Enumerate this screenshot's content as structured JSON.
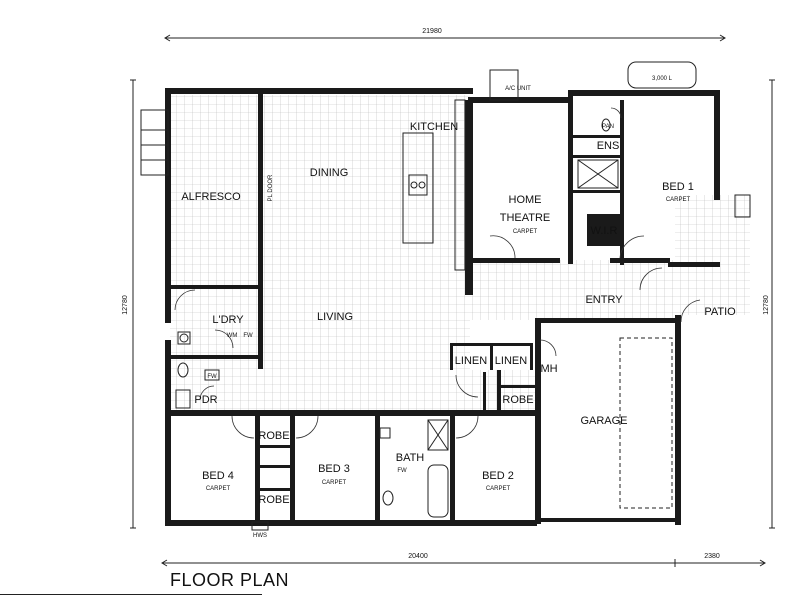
{
  "title": "FLOOR PLAN",
  "dimensions": {
    "top": "21980",
    "bottom_main": "20400",
    "bottom_right": "2380",
    "left": "12780",
    "right": "12780"
  },
  "rooms": {
    "alfresco": "ALFRESCO",
    "dining": "DINING",
    "kitchen": "KITCHEN",
    "living": "LIVING",
    "home_theatre_1": "HOME",
    "home_theatre_2": "THEATRE",
    "bed1": "BED 1",
    "ens": "ENS",
    "wir": "W.I.R",
    "entry": "ENTRY",
    "patio": "PATIO",
    "laundry": "L'DRY",
    "linen_a": "LINEN",
    "linen_b": "LINEN",
    "garage": "GARAGE",
    "robe_main": "ROBE",
    "robe_bed4_top": "ROBE",
    "robe_bed4_bottom": "ROBE",
    "pdr": "PDR",
    "bed4": "BED 4",
    "bed3": "BED 3",
    "bath": "BATH",
    "bed2": "BED 2",
    "mh": "MH"
  },
  "finishes": {
    "carpet": "CARPET"
  },
  "annotations": {
    "ac_unit": "A/C UNIT",
    "tank": "3,000 L",
    "pantry": "PAN",
    "fw1": "FW",
    "fw2": "FW",
    "fw3": "FW",
    "wm": "WM",
    "hws": "HWS",
    "pl_door": "PL DOOR"
  }
}
